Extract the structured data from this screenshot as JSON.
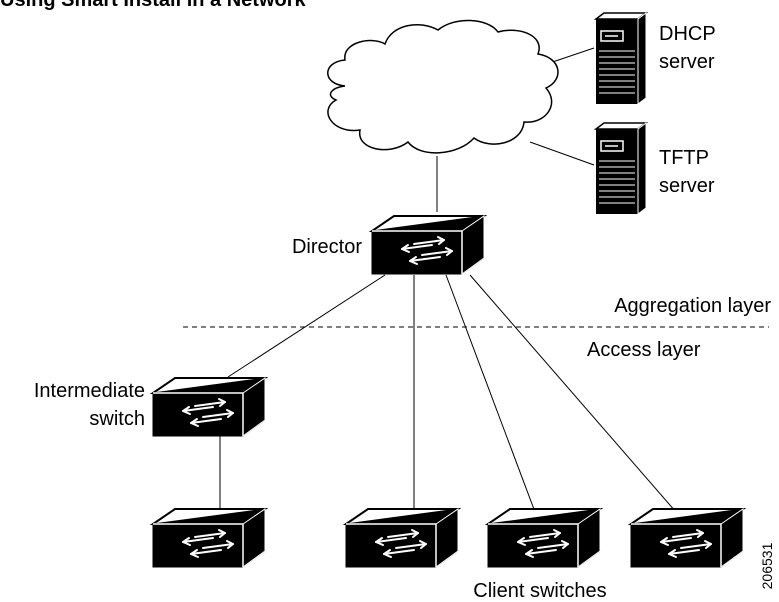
{
  "figure": {
    "title_fragment": "Using Smart Install in a Network",
    "figure_id": "206531"
  },
  "labels": {
    "dhcp_server_line1": "DHCP",
    "dhcp_server_line2": "server",
    "tftp_server_line1": "TFTP",
    "tftp_server_line2": "server",
    "director": "Director",
    "aggregation_layer": "Aggregation layer",
    "access_layer": "Access layer",
    "intermediate_line1": "Intermediate",
    "intermediate_line2": "switch",
    "client_switches": "Client switches"
  },
  "nodes": [
    {
      "id": "cloud",
      "type": "network-cloud"
    },
    {
      "id": "dhcp",
      "type": "server"
    },
    {
      "id": "tftp",
      "type": "server"
    },
    {
      "id": "director",
      "type": "switch"
    },
    {
      "id": "intermediate",
      "type": "switch"
    },
    {
      "id": "client1",
      "type": "switch"
    },
    {
      "id": "client2",
      "type": "switch"
    },
    {
      "id": "client3",
      "type": "switch"
    },
    {
      "id": "client4",
      "type": "switch"
    }
  ],
  "links": [
    {
      "from": "cloud",
      "to": "dhcp"
    },
    {
      "from": "cloud",
      "to": "tftp"
    },
    {
      "from": "cloud",
      "to": "director"
    },
    {
      "from": "director",
      "to": "intermediate"
    },
    {
      "from": "director",
      "to": "client2"
    },
    {
      "from": "director",
      "to": "client3"
    },
    {
      "from": "director",
      "to": "client4"
    },
    {
      "from": "intermediate",
      "to": "client1"
    }
  ],
  "colors": {
    "device_front": "#000000",
    "device_top": "#ffffff",
    "arrow": "#ffffff",
    "line": "#000000"
  }
}
